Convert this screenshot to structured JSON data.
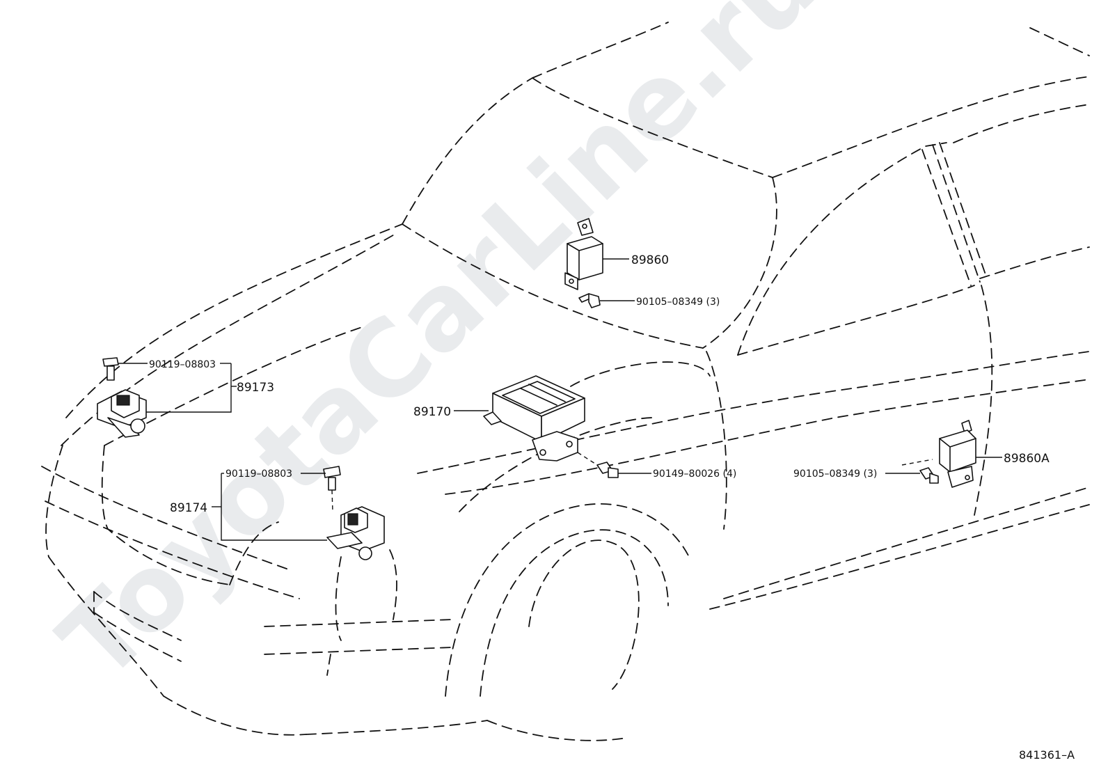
{
  "watermark": "ToyotaCarLine.ru",
  "diagram_ref": "841361–A",
  "parts": {
    "p89860": "89860",
    "p90105_upper": "90105–08349 (3)",
    "p90119_left": "90119–08803",
    "p89173": "89173",
    "p89170": "89170",
    "p90119_center": "90119–08803",
    "p89174": "89174",
    "p90149": "90149–80026 (4)",
    "p90105_right": "90105–08349 (3)",
    "p89860A": "89860A"
  }
}
